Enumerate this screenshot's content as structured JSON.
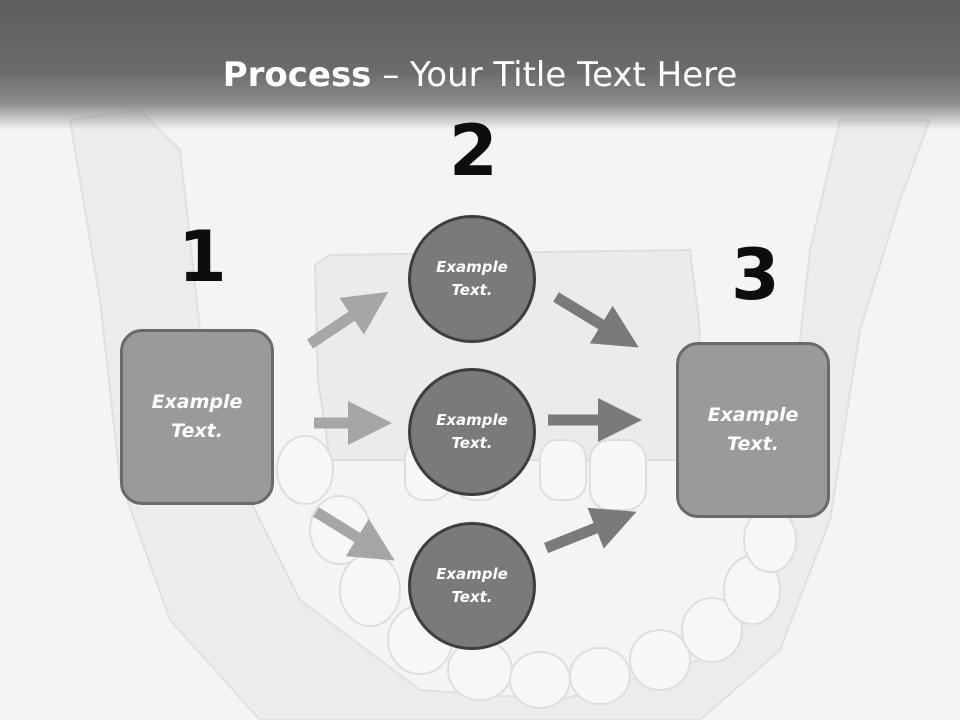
{
  "slide": {
    "title_bold": "Process",
    "title_rest": " – Your Title Text Here"
  },
  "steps": {
    "n1": "1",
    "n2": "2",
    "n3": "3"
  },
  "box_left": {
    "text": "Example\nText."
  },
  "box_right": {
    "text": "Example\nText."
  },
  "circles": [
    {
      "text": "Example\nText."
    },
    {
      "text": "Example\nText."
    },
    {
      "text": "Example\nText."
    }
  ],
  "colors": {
    "header": "#5e5e5e",
    "box_fill": "#9a9a9a",
    "circle_fill": "#7a7a7a",
    "arrow_light": "#a6a6a6",
    "arrow_dark": "#7a7a7a"
  }
}
